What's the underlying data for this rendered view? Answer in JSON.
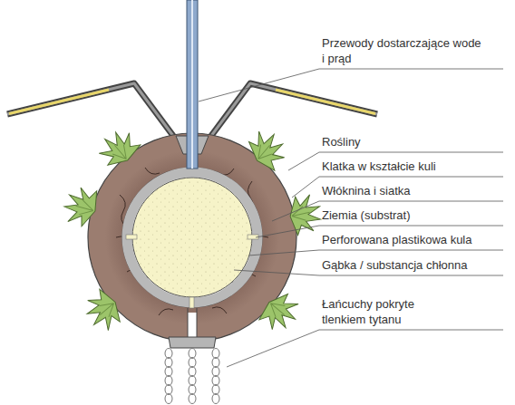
{
  "diagram": {
    "labels": [
      "Przewody dostarczające wode i prąd",
      "Rośliny",
      "Klatka w kształcie kuli",
      "Włóknina i siatka",
      "Ziemia (substrat)",
      "Perforowana plastikowa kula",
      "Gąbka / substancja chłonna",
      "Łańcuchy pokryte tlenkiem tytanu"
    ]
  }
}
